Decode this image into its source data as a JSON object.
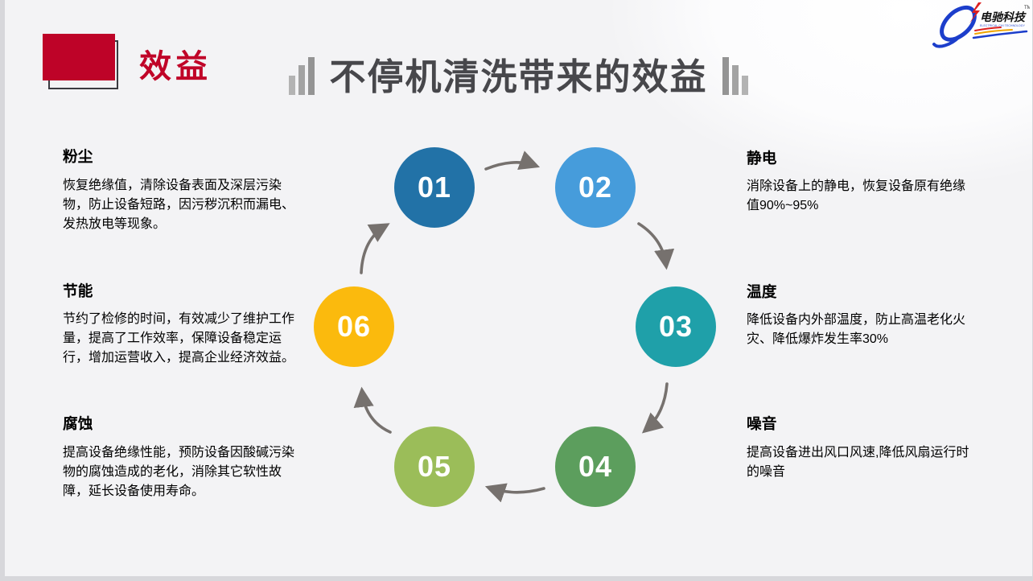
{
  "header": {
    "section_label": "效益",
    "main_title": "不停机清洗带来的效益",
    "accent_color": "#be0328",
    "title_color": "#47474b"
  },
  "logo": {
    "company_cn": "电驰科技",
    "trademark": "TM",
    "company_en": "ELECTRICAL CHI TECHNOLOGY",
    "brand_blue": "#1c3ecb",
    "brand_red": "#dd1f1f",
    "brand_yellow": "#f0a500"
  },
  "cycle": {
    "arrow_color": "#76716e",
    "steps": [
      {
        "number": "01",
        "title": "粉尘",
        "color": "#2272a7",
        "desc": "恢复绝缘值，清除设备表面及深层污染物，防止设备短路，因污秽沉积而漏电、发热放电等现象。"
      },
      {
        "number": "02",
        "title": "静电",
        "color": "#469cdb",
        "desc": "消除设备上的静电，恢复设备原有绝缘值90%~95%"
      },
      {
        "number": "03",
        "title": "温度",
        "color": "#1fa0a9",
        "desc": "降低设备内外部温度，防止高温老化火灾、降低爆炸发生率30%"
      },
      {
        "number": "04",
        "title": "噪音",
        "color": "#5c9e5d",
        "desc": "提高设备进出风口风速,降低风扇运行时的噪音"
      },
      {
        "number": "05",
        "title": "腐蚀",
        "color": "#9bbd59",
        "desc": "提高设备绝缘性能，预防设备因酸碱污染物的腐蚀造成的老化，消除其它软性故障，延长设备使用寿命。"
      },
      {
        "number": "06",
        "title": "节能",
        "color": "#fbba0d",
        "desc": "节约了检修的时间，有效减少了维护工作量，提高了工作效率，保障设备稳定运行，增加运营收入，提高企业经济效益。"
      }
    ]
  }
}
